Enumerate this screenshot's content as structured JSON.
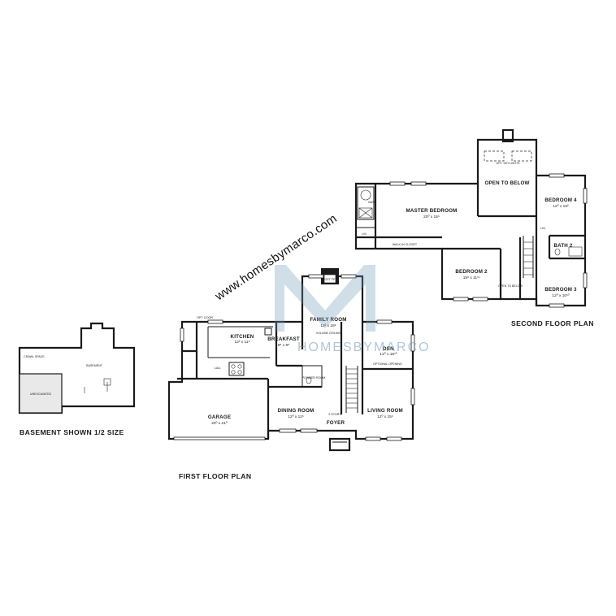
{
  "watermark": {
    "url_text": "www.homesbymarco.com",
    "logo_text": "HOMESBYMARCO",
    "logo_color": "#6d98b8"
  },
  "basement": {
    "title": "BASEMENT SHOWN 1/2 SIZE",
    "labels": {
      "crawl": "CRAWL SPACE",
      "basement": "BASEMENT",
      "unexcavated": "UNEXCAVATED"
    }
  },
  "first_floor": {
    "title": "FIRST FLOOR PLAN",
    "notes": {
      "optional_door": "OPT. DOOR",
      "volume_ceiling": "VOLUME CEILING",
      "optional_opening": "OPTIONAL OPENING",
      "two_story": "2-STORY",
      "fireplace": "OPT FP"
    },
    "rooms": {
      "family_room": {
        "name": "FAMILY ROOM",
        "dims": "12² x 18⁶"
      },
      "kitchen": {
        "name": "KITCHEN",
        "dims": "12² x 11⁸"
      },
      "breakfast": {
        "name": "BREAKFAST",
        "dims": "9⁸ x 9⁸"
      },
      "den": {
        "name": "DEN",
        "dims": "12⁰ x 16¹⁰"
      },
      "garage": {
        "name": "GARAGE",
        "dims": "20⁰ x 21⁰"
      },
      "dining_room": {
        "name": "DINING ROOM",
        "dims": "12⁰ x 11⁸"
      },
      "powder_room": {
        "name": "POWDER ROOM"
      },
      "foyer": {
        "name": "FOYER"
      },
      "living_room": {
        "name": "LIVING ROOM",
        "dims": "12⁰ x 15⁶"
      },
      "laundry": {
        "name": "LAU."
      }
    }
  },
  "second_floor": {
    "title": "SECOND FLOOR PLAN",
    "notes": {
      "skylights": "OPT. SKYLIGHTS",
      "walk_in_closet": "WALK-IN CLOSET",
      "bath": "BATH",
      "lin": "LIN"
    },
    "rooms": {
      "master_bedroom": {
        "name": "MASTER BEDROOM",
        "dims": "20⁰ x 15⁶"
      },
      "open_to_below_1": {
        "name": "OPEN TO BELOW"
      },
      "open_to_below_2": {
        "name": "OPEN TO BELOW"
      },
      "bedroom_2": {
        "name": "BEDROOM 2",
        "dims": "15⁸ x 11¹¹"
      },
      "bedroom_3": {
        "name": "BEDROOM 3",
        "dims": "12⁰ x 10¹⁰"
      },
      "bedroom_4": {
        "name": "BEDROOM 4",
        "dims": "12⁰ x 16²"
      },
      "bath_2": {
        "name": "BATH 2"
      }
    }
  }
}
